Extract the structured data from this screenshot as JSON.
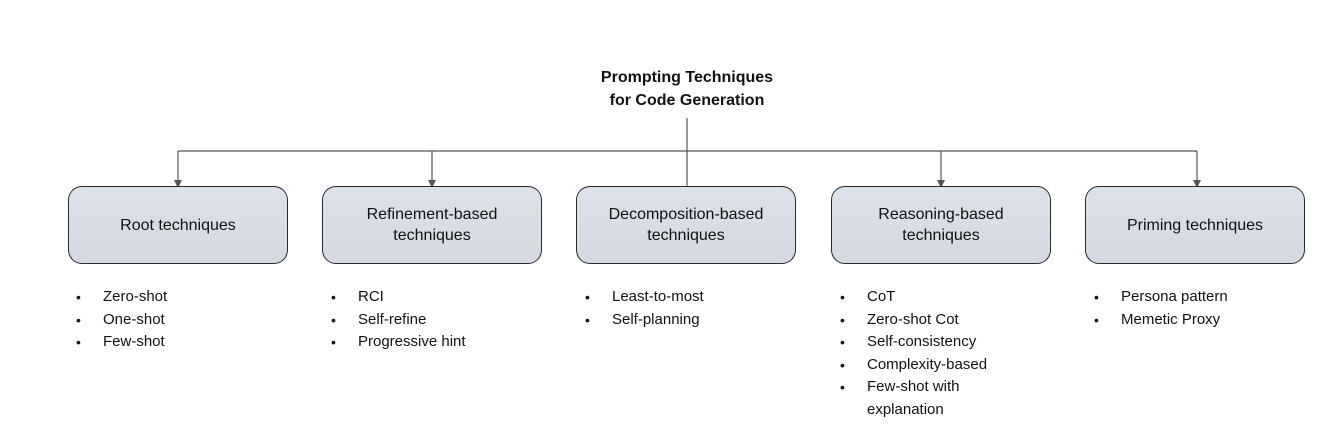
{
  "title": {
    "line1": "Prompting Techniques",
    "line2": "for Code Generation"
  },
  "categories": [
    {
      "label": "Root techniques",
      "items": [
        "Zero-shot",
        "One-shot",
        "Few-shot"
      ]
    },
    {
      "label": "Refinement-based techniques",
      "items": [
        "RCI",
        "Self-refine",
        "Progressive hint"
      ]
    },
    {
      "label": "Decomposition-based techniques",
      "items": [
        "Least-to-most",
        "Self-planning"
      ]
    },
    {
      "label": "Reasoning-based techniques",
      "items": [
        "CoT",
        "Zero-shot Cot",
        "Self-consistency",
        "Complexity-based",
        "Few-shot with explanation"
      ]
    },
    {
      "label": "Priming techniques",
      "items": [
        "Persona pattern",
        "Memetic Proxy"
      ]
    }
  ],
  "colors": {
    "box_fill": "#d6dbe3",
    "box_border": "#2a2a2a",
    "connector": "#555555"
  }
}
